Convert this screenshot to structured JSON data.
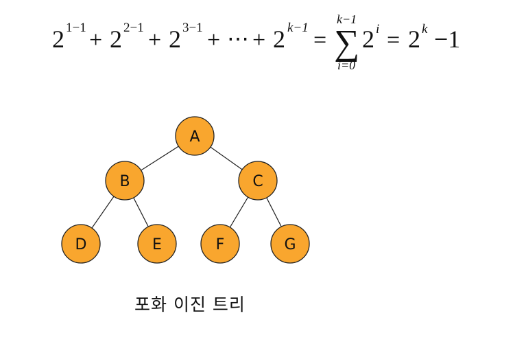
{
  "formula": {
    "terms": [
      {
        "base": "2",
        "exp": "1−1"
      },
      {
        "base": "2",
        "exp": "2−1"
      },
      {
        "base": "2",
        "exp": "3−1"
      },
      {
        "base": "2",
        "exp": "k−1"
      }
    ],
    "plus": "+",
    "ellipsis": "⋯",
    "equals": "=",
    "sum_symbol": "∑",
    "sum_upper": "k−1",
    "sum_lower": "i=0",
    "sum_body": {
      "base": "2",
      "exp": "i"
    },
    "result": {
      "base": "2",
      "exp": "k",
      "tail": "−1"
    }
  },
  "tree": {
    "nodes": [
      {
        "id": "A",
        "label": "A"
      },
      {
        "id": "B",
        "label": "B"
      },
      {
        "id": "C",
        "label": "C"
      },
      {
        "id": "D",
        "label": "D"
      },
      {
        "id": "E",
        "label": "E"
      },
      {
        "id": "F",
        "label": "F"
      },
      {
        "id": "G",
        "label": "G"
      }
    ],
    "edges": [
      [
        "A",
        "B"
      ],
      [
        "A",
        "C"
      ],
      [
        "B",
        "D"
      ],
      [
        "B",
        "E"
      ],
      [
        "C",
        "F"
      ],
      [
        "C",
        "G"
      ]
    ],
    "node_color": "#f9a62e"
  },
  "caption": "포화 이진 트리"
}
